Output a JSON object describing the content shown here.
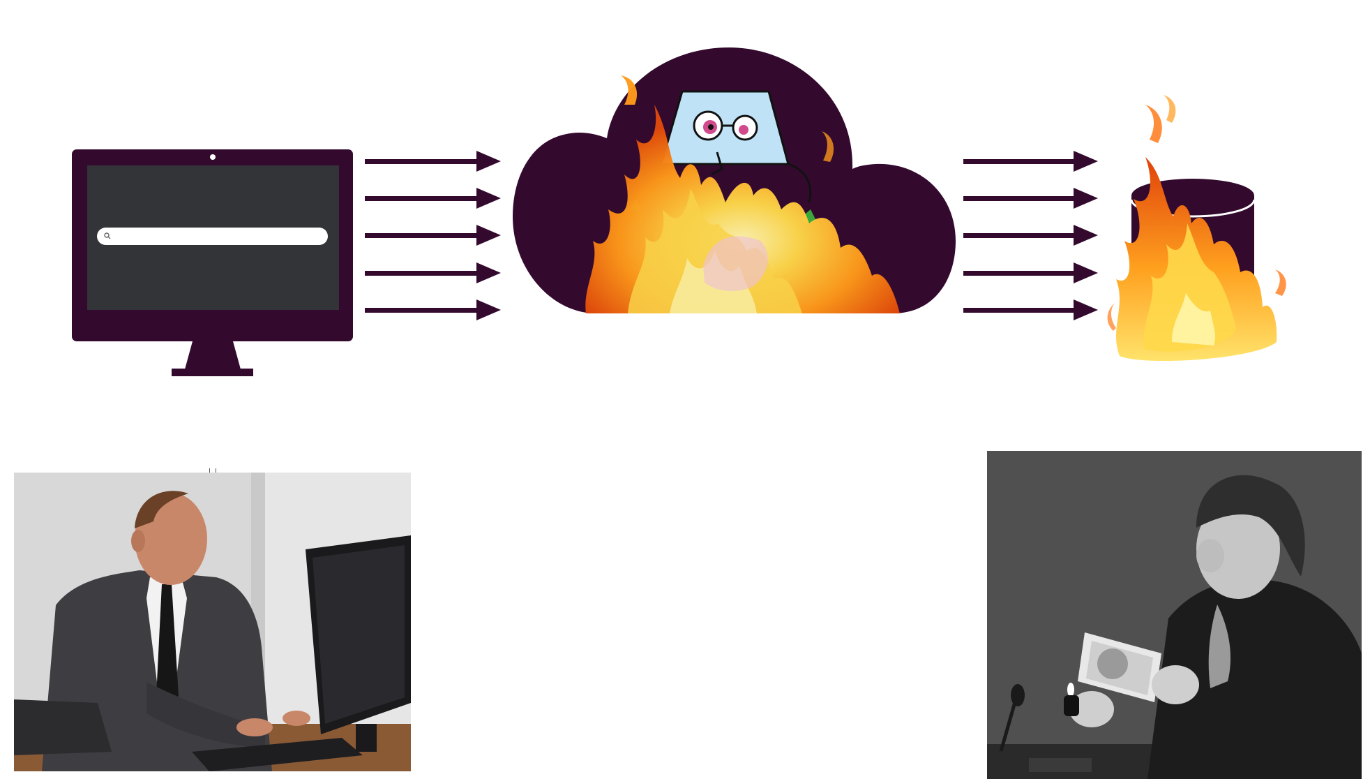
{
  "colors": {
    "primary": "#330a2e",
    "screen": "#333438",
    "search_bar": "#ffffff",
    "fire_inner": "#ffd84a",
    "fire_mid": "#ff9a1a",
    "fire_outer": "#e24a0a",
    "face_blue": "#bfe2f7",
    "background": "#ffffff"
  },
  "icons": {
    "monitor": "desktop-computer-icon",
    "search": "search-icon",
    "cloud": "cloud-icon",
    "face": "cartoon-face-icon",
    "database": "database-cylinder-icon",
    "fire": "fire-flames"
  },
  "diagram": {
    "arrows_left_count": 5,
    "arrows_right_count": 5,
    "cloud_on_fire": true,
    "database_on_fire": true
  },
  "photos": {
    "left": {
      "subject": "man-in-suit-typing-at-computer",
      "style": "color"
    },
    "right": {
      "subject": "man-burning-banknote-with-lighter",
      "style": "grayscale"
    }
  }
}
